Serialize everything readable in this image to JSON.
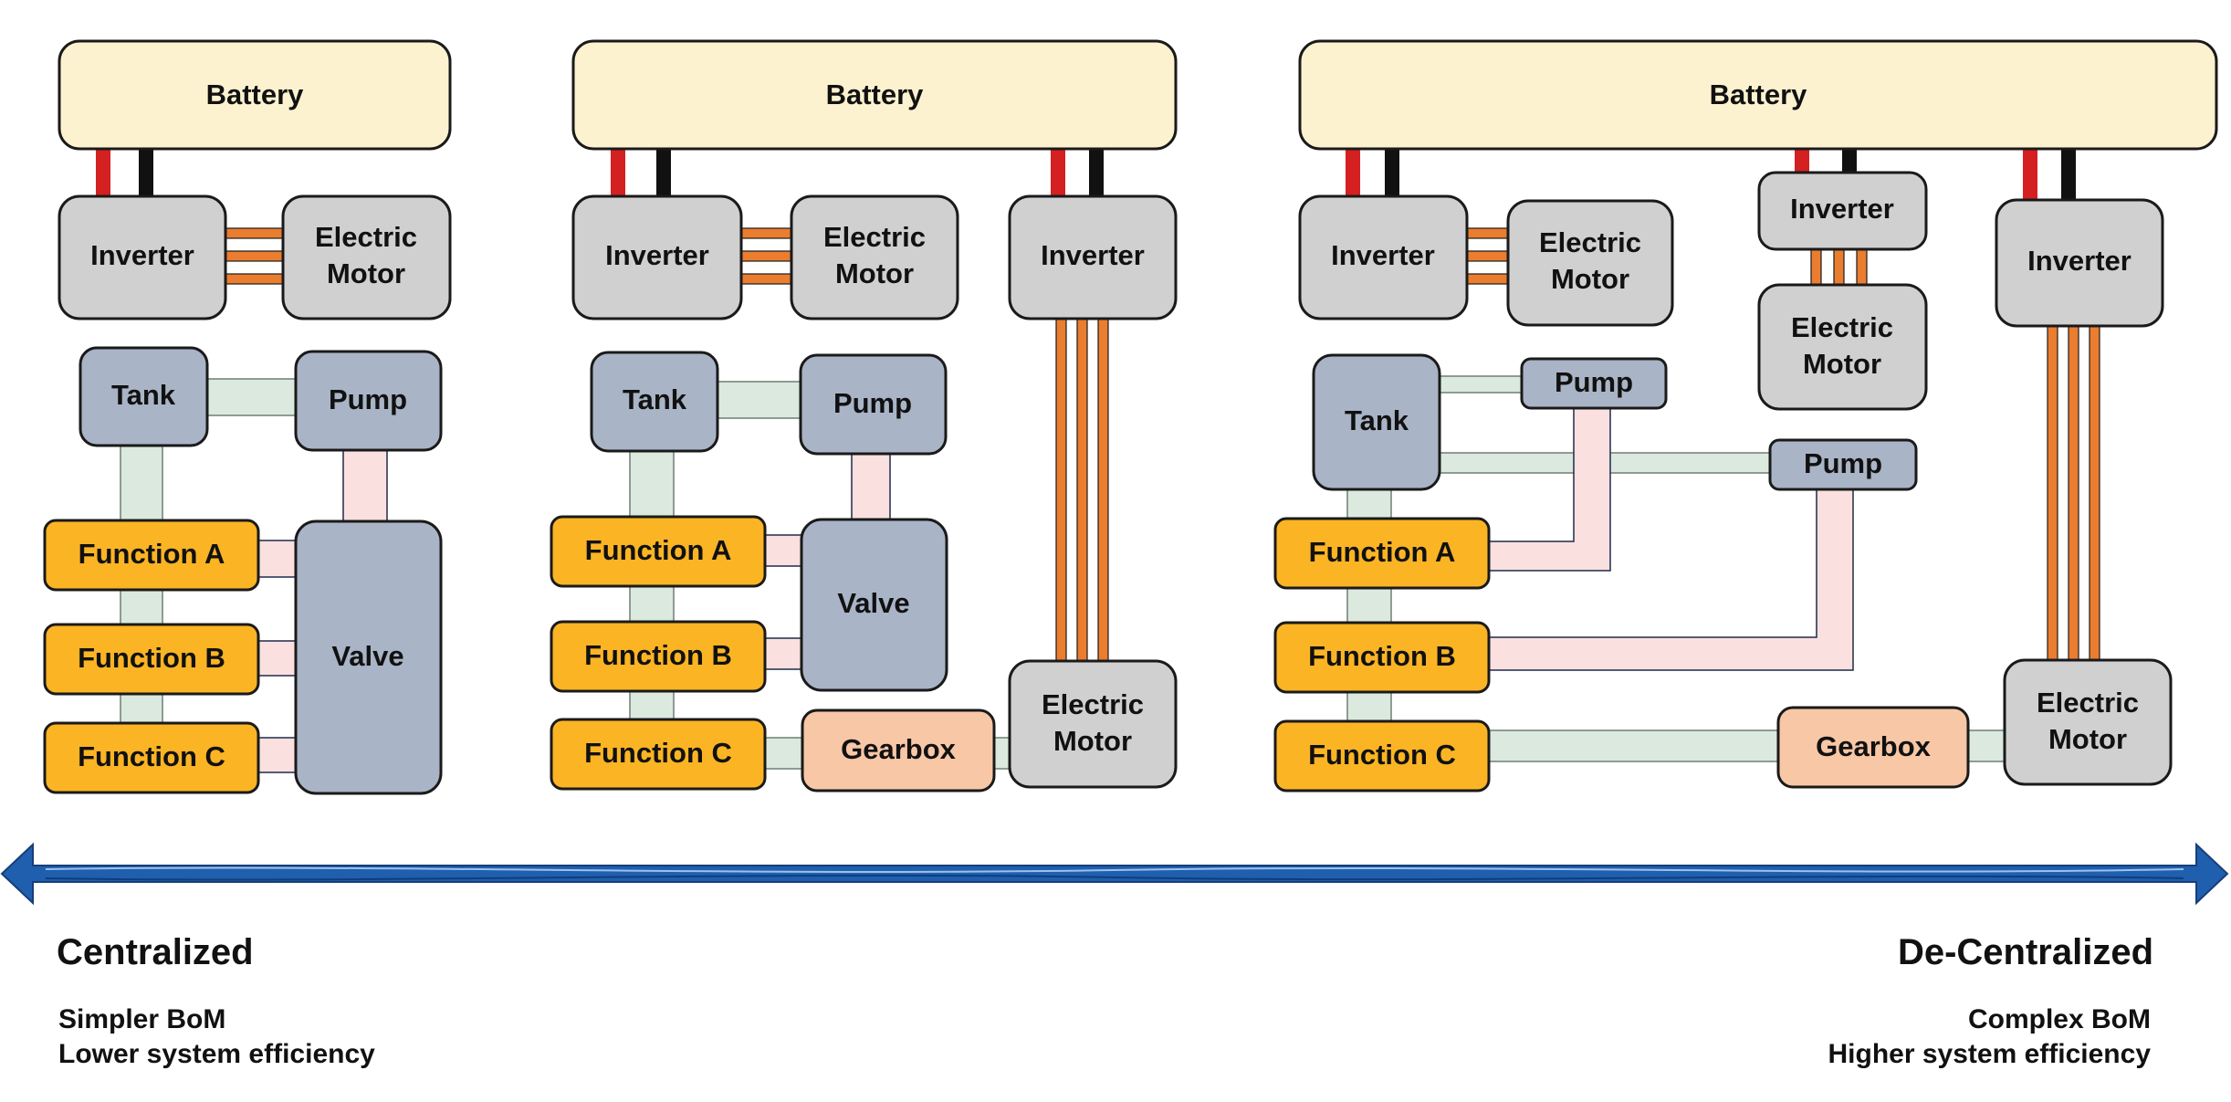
{
  "diagrams": [
    {
      "battery": "Battery",
      "inverter": "Inverter",
      "motor": [
        "Electric",
        "Motor"
      ],
      "tank": "Tank",
      "pump": "Pump",
      "valve": "Valve",
      "functions": [
        "Function A",
        "Function B",
        "Function C"
      ]
    },
    {
      "battery": "Battery",
      "inverter": "Inverter",
      "motor": [
        "Electric",
        "Motor"
      ],
      "tank": "Tank",
      "pump": "Pump",
      "valve": "Valve",
      "inverter2": "Inverter",
      "motor2": [
        "Electric",
        "Motor"
      ],
      "gearbox": "Gearbox",
      "functions": [
        "Function A",
        "Function B",
        "Function C"
      ]
    },
    {
      "battery": "Battery",
      "inverter": "Inverter",
      "motor": [
        "Electric",
        "Motor"
      ],
      "inverter_mid": "Inverter",
      "motor_mid": [
        "Electric",
        "Motor"
      ],
      "inverter_right": "Inverter",
      "motor_right": [
        "Electric",
        "Motor"
      ],
      "tank": "Tank",
      "pump_a": "Pump",
      "pump_b": "Pump",
      "gearbox": "Gearbox",
      "functions": [
        "Function A",
        "Function B",
        "Function C"
      ]
    }
  ],
  "scale": {
    "left": {
      "title": "Centralized",
      "lines": [
        "Simpler BoM",
        "Lower system efficiency"
      ]
    },
    "right": {
      "title": "De-Centralized",
      "lines": [
        "Complex BoM",
        "Higher system efficiency"
      ]
    },
    "arrow_color": "#1f5fae"
  },
  "colors": {
    "battery": "#fdf2d0",
    "power_electronics": "#d0d0d0",
    "hydraulic": "#a9b4c6",
    "function": "#fbb424",
    "gearbox": "#f8c7a6",
    "ac_cable": "#ea7d2f",
    "dc_positive": "#d42020",
    "dc_negative": "#111111"
  }
}
